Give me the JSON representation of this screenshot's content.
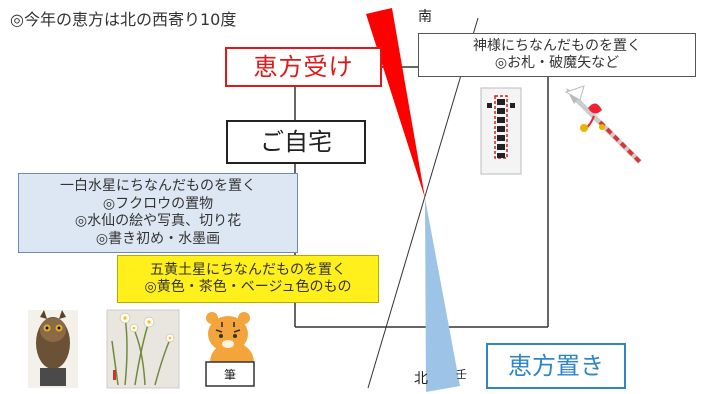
{
  "title": "◎今年の恵方は北の西寄り10度",
  "labels": {
    "ehou_uke": "恵方受け",
    "jitaku": "ご自宅",
    "ehou_oki": "恵方置き",
    "south": "南",
    "north": "北",
    "mizunoe": "壬"
  },
  "kamisama_box": {
    "line1": "神様にちなんだものを置く",
    "line2": "◎お札・破魔矢など"
  },
  "ippaku_box": {
    "line1": "一白水星にちなんだものを置く",
    "line2": "◎フクロウの置物",
    "line3": "◎水仙の絵や写真、切り花",
    "line4": "◎書き初め・水墨画"
  },
  "gooh_box": {
    "line1": "五黄土星にちなんだものを置く",
    "line2": "◎黄色・茶色・ベージュ色のもの"
  },
  "colors": {
    "south_wedge": "#ff0000",
    "north_wedge": "#9dc3e6",
    "ehou_uke": "#e01818",
    "ehou_oki": "#2f86c7",
    "ippaku_bg": "#dde7f4",
    "gooh_bg": "#ffef1a"
  },
  "images": [
    "owl-figurine",
    "narcissus-painting",
    "tiger-calligraphy",
    "ofuda-talisman",
    "hamaya-arrow"
  ]
}
